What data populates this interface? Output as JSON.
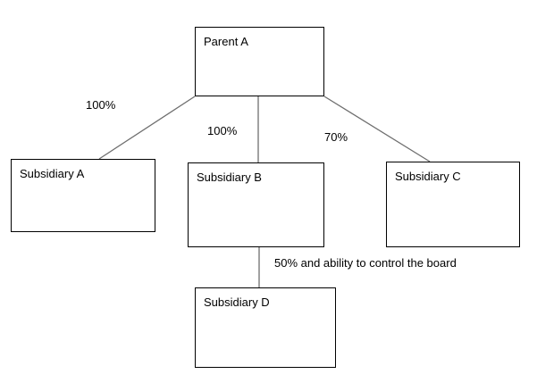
{
  "diagram": {
    "type": "org-ownership-structure",
    "colors": {
      "background": "#ffffff",
      "box_border": "#000000",
      "connector_line": "#6e6e6e",
      "text": "#000000"
    },
    "nodes": [
      {
        "id": "parent-a",
        "label": "Parent A"
      },
      {
        "id": "subsidiary-a",
        "label": "Subsidiary A"
      },
      {
        "id": "subsidiary-b",
        "label": "Subsidiary B"
      },
      {
        "id": "subsidiary-c",
        "label": "Subsidiary C"
      },
      {
        "id": "subsidiary-d",
        "label": "Subsidiary D"
      }
    ],
    "edges": [
      {
        "from": "Parent A",
        "to": "Subsidiary A",
        "label": "100%"
      },
      {
        "from": "Parent A",
        "to": "Subsidiary B",
        "label": "100%"
      },
      {
        "from": "Parent A",
        "to": "Subsidiary C",
        "label": "70%"
      },
      {
        "from": "Subsidiary B",
        "to": "Subsidiary D",
        "label": "50% and ability to control the board"
      }
    ]
  }
}
